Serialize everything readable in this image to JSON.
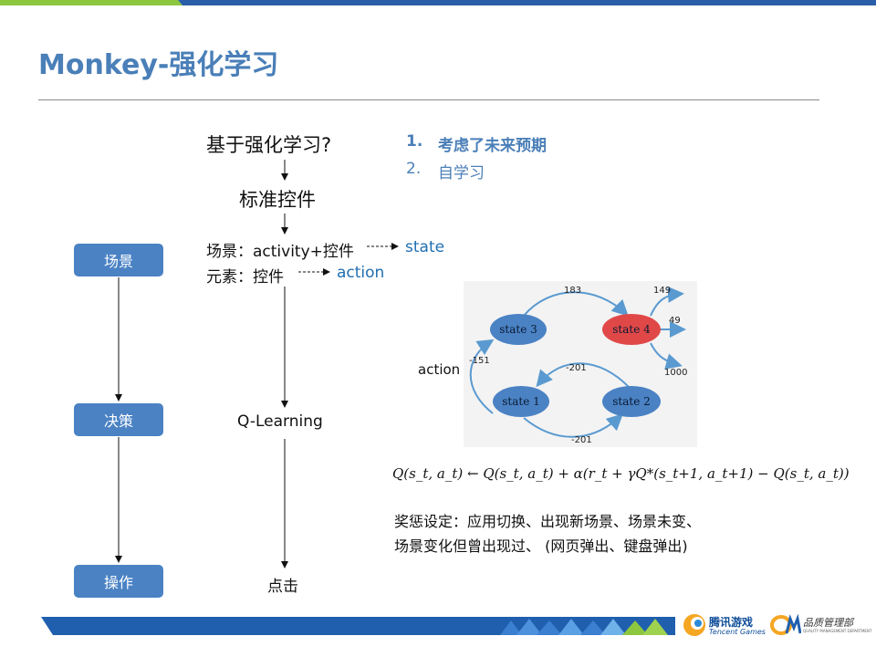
{
  "slide": {
    "title": "Monkey-强化学习"
  },
  "flow": {
    "q1": "基于强化学习?",
    "step1": "标准控件",
    "scene_line": "场景：activity+控件",
    "element_line": "元素：控件",
    "state_label": "state",
    "action_label": "action",
    "qlearning": "Q-Learning",
    "click": "点击"
  },
  "reasons": {
    "item1_num": "1.",
    "item1": "考虑了未来预期",
    "item2_num": "2.",
    "item2": "自学习"
  },
  "pipeline": {
    "scene": "场景",
    "decision": "决策",
    "operation": "操作"
  },
  "graph": {
    "side_label": "action",
    "nodes": [
      "state 3",
      "state 4",
      "state 1",
      "state 2"
    ],
    "edge_labels": {
      "s3_s4": "183",
      "out1": "149",
      "out2": "49",
      "out3": "1000",
      "s1_s3": "-151",
      "s2_s1": "-201",
      "s1_s2": "-201"
    }
  },
  "equation": "Q(s_t, a_t) ← Q(s_t, a_t) + α(r_t + γQ*(s_t+1, a_t+1) − Q(s_t, a_t))",
  "reward_text": {
    "line1": "奖惩设定：应用切换、出现新场景、场景未变、",
    "line2": "场景变化但曾出现过、 (网页弹出、键盘弹出)"
  },
  "footer": {
    "brand1_cn": "腾讯游戏",
    "brand1_en": "Tencent Games",
    "brand2_cn": "品质管理部",
    "brand2_en": "QUALITY MANAGEMENT DEPARTMENT"
  },
  "colors": {
    "accent_blue": "#4a7fb8",
    "node_blue": "#4a82c4",
    "node_red": "#e04848",
    "bar_green": "#8dc63f"
  }
}
